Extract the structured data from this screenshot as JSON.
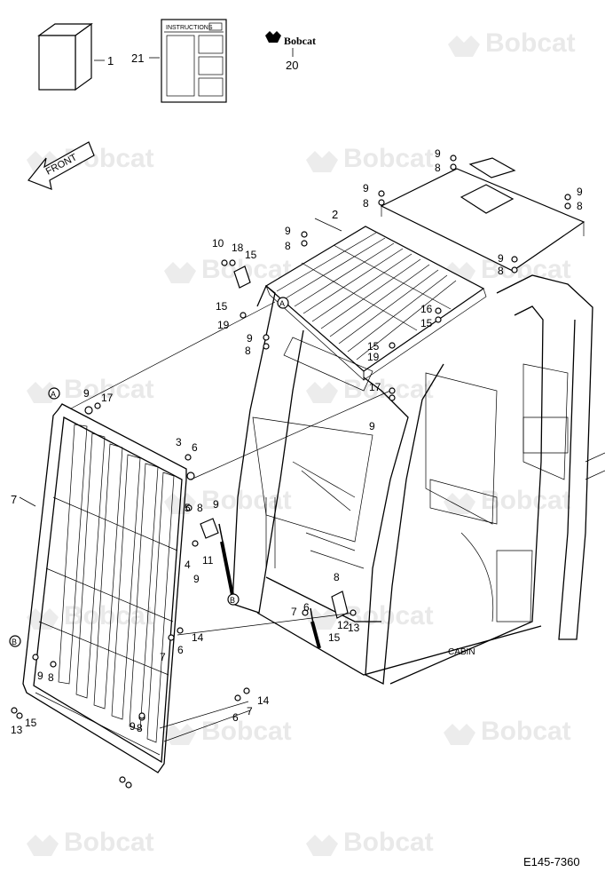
{
  "brand": {
    "watermark_text": "Bobcat",
    "logo_text": "Bobcat",
    "watermark_color": "#e9e9e9"
  },
  "direction_arrow": {
    "label": "FRONT"
  },
  "instructions": {
    "label": "INSTRUCTIONS"
  },
  "cabin_label": "CABIN",
  "detail_markers": [
    "A",
    "B"
  ],
  "figure_code": "E145-7360",
  "callouts": [
    "1",
    "21",
    "20",
    "2",
    "9",
    "8",
    "9",
    "8",
    "9",
    "8",
    "9",
    "8",
    "9",
    "8",
    "16",
    "15",
    "10",
    "18",
    "15",
    "15",
    "19",
    "9",
    "8",
    "18",
    "15",
    "15",
    "19",
    "17",
    "9",
    "9",
    "17",
    "3",
    "6",
    "7",
    "5",
    "8",
    "9",
    "11",
    "4",
    "9",
    "8",
    "7",
    "6",
    "12",
    "13",
    "15",
    "14",
    "7",
    "6",
    "9",
    "8",
    "13",
    "15",
    "14",
    "6",
    "7",
    "9",
    "8"
  ]
}
